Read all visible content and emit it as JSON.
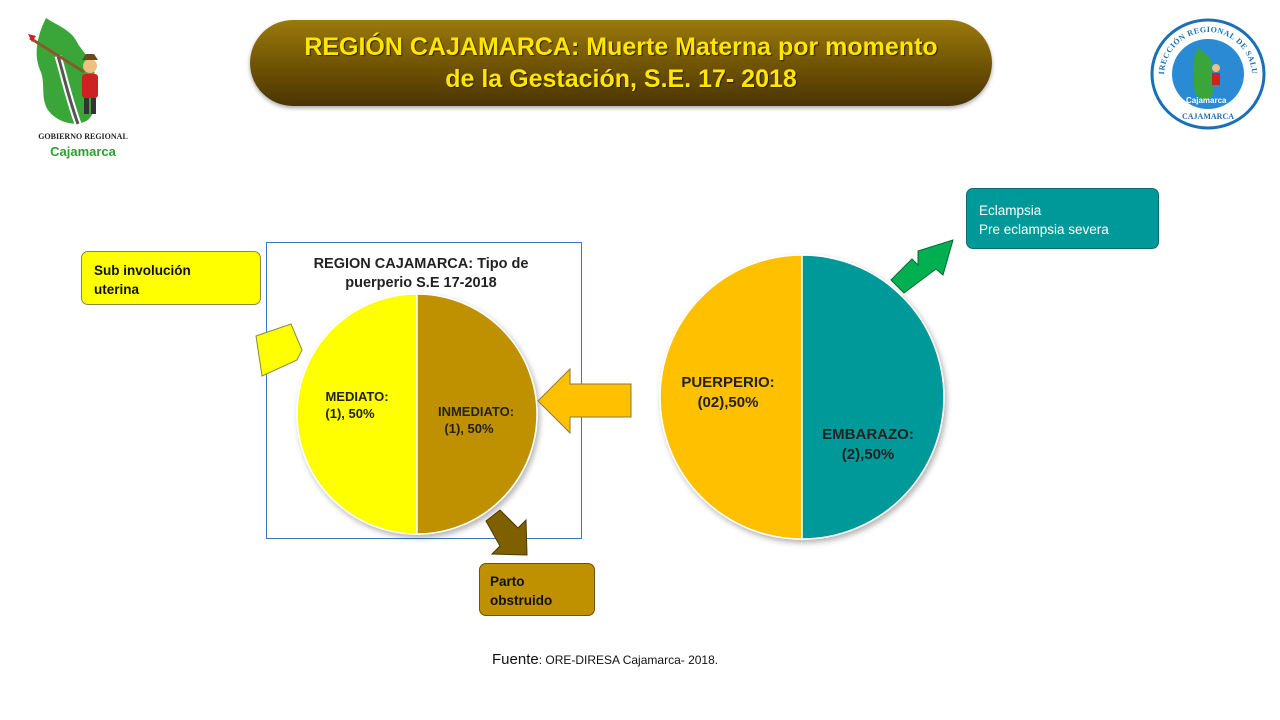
{
  "header": {
    "title_line1": "REGIÓN CAJAMARCA: Muerte Materna por momento",
    "title_line2": "de la Gestación, S.E. 17- 2018"
  },
  "logos": {
    "left_caption_line1": "GOBIERNO REGIONAL",
    "left_caption_line2": "Cajamarca",
    "right_arc_top": "DIRECCIÓN REGIONAL DE SALUD",
    "right_arc_bottom": "CAJAMARCA",
    "right_inner": "Cajamarca"
  },
  "callouts": {
    "sub_involucion_line1": "Sub involución",
    "sub_involucion_line2": "uterina",
    "parto_line1": "Parto",
    "parto_line2": "obstruido",
    "eclampsia_line1": "Eclampsia",
    "eclampsia_line2": "Pre eclampsia severa"
  },
  "footer": {
    "source_label": "Fuente",
    "source_text": ": ORE-DIRESA Cajamarca-  2018."
  },
  "colors": {
    "yellow": "#ffff00",
    "dark_gold": "#bf9000",
    "orange_gold": "#ffc000",
    "teal": "#009999",
    "green_arrow": "#00b050",
    "title_yellow": "#ffe600"
  },
  "chart_data": [
    {
      "type": "pie",
      "title": "REGION CAJAMARCA: Tipo de puerperio S.E 17-2018",
      "title_line1": "REGION CAJAMARCA: Tipo de",
      "title_line2": "puerperio S.E 17-2018",
      "slices": [
        {
          "label_line1": "MEDIATO:",
          "label_line2": "(1), 50%",
          "value": 1,
          "percent": 50,
          "color": "#ffff00"
        },
        {
          "label_line1": "INMEDIATO:",
          "label_line2": "(1), 50%",
          "value": 1,
          "percent": 50,
          "color": "#bf9000"
        }
      ]
    },
    {
      "type": "pie",
      "title": "",
      "slices": [
        {
          "label_line1": "PUERPERIO:",
          "label_line2": "(02),50%",
          "value": 2,
          "percent": 50,
          "color": "#ffc000"
        },
        {
          "label_line1": "EMBARAZO:",
          "label_line2": "(2),50%",
          "value": 2,
          "percent": 50,
          "color": "#009999"
        }
      ]
    }
  ]
}
